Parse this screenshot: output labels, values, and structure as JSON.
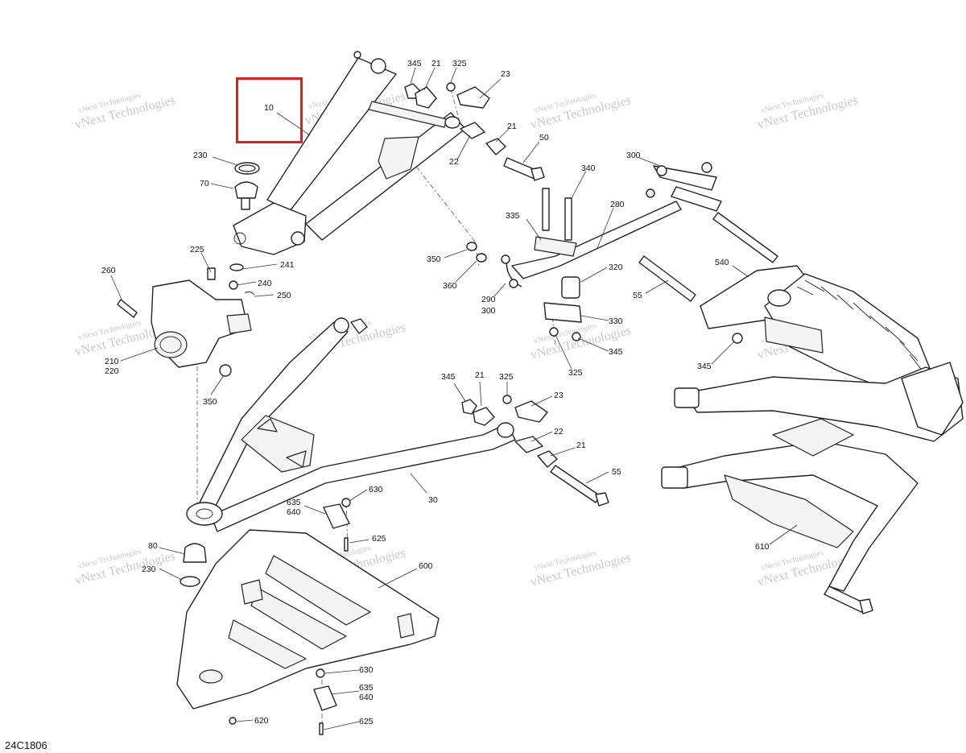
{
  "diagram": {
    "code": "24C1806",
    "highlight_part": "10",
    "highlight_color": "#e41b1b",
    "watermark": [
      "vNext Technologies",
      "vNext Technologies"
    ],
    "callouts": {
      "c10": "10",
      "c230a": "230",
      "c70": "70",
      "c345a": "345",
      "c21a": "21",
      "c325a": "325",
      "c23a": "23",
      "c21b": "21",
      "c50": "50",
      "c22a": "22",
      "c300a": "300",
      "c340": "340",
      "c280": "280",
      "c335": "335",
      "c350a": "350",
      "c360": "360",
      "c290": "290",
      "c300b": "300",
      "c320": "320",
      "c330": "330",
      "c345b": "345",
      "c325b": "325",
      "c540": "540",
      "c55a": "55",
      "c345c": "345",
      "c225": "225",
      "c241": "241",
      "c260": "260",
      "c240": "240",
      "c250": "250",
      "c210": "210",
      "c220": "220",
      "c350b": "350",
      "c345d": "345",
      "c21c": "21",
      "c325c": "325",
      "c23b": "23",
      "c22b": "22",
      "c21d": "21",
      "c55b": "55",
      "c30": "30",
      "c630a": "630",
      "c635a": "635",
      "c640a": "640",
      "c625a": "625",
      "c80": "80",
      "c230b": "230",
      "c600": "600",
      "c610": "610",
      "c630b": "630",
      "c635b": "635",
      "c640b": "640",
      "c620": "620",
      "c625b": "625"
    }
  }
}
